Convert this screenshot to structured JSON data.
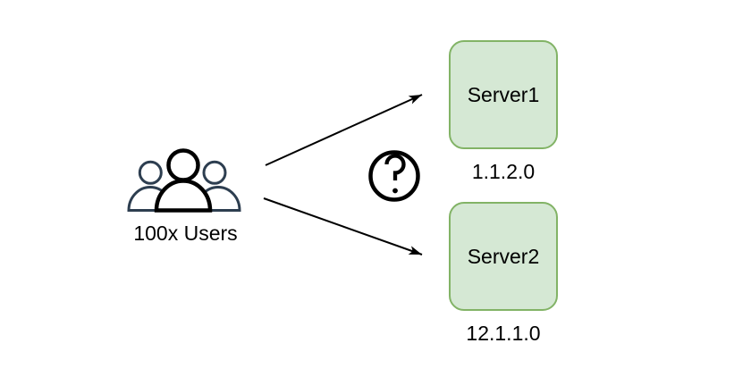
{
  "diagram": {
    "users": {
      "label": "100x Users",
      "icon": "users-group-icon"
    },
    "question": {
      "icon": "question-mark-icon"
    },
    "servers": [
      {
        "label": "Server1",
        "ip": "1.1.2.0"
      },
      {
        "label": "Server2",
        "ip": "12.1.1.0"
      }
    ],
    "connectors": [
      {
        "from": "users",
        "to": "Server1",
        "style": "arrow"
      },
      {
        "from": "users",
        "to": "Server2",
        "style": "arrow"
      }
    ],
    "colors": {
      "server_fill": "#d5e8d4",
      "server_border": "#82b366",
      "users_side": "#2d3e50",
      "users_center": "#000000",
      "arrow": "#000000",
      "text": "#000000",
      "background": "#ffffff"
    }
  }
}
